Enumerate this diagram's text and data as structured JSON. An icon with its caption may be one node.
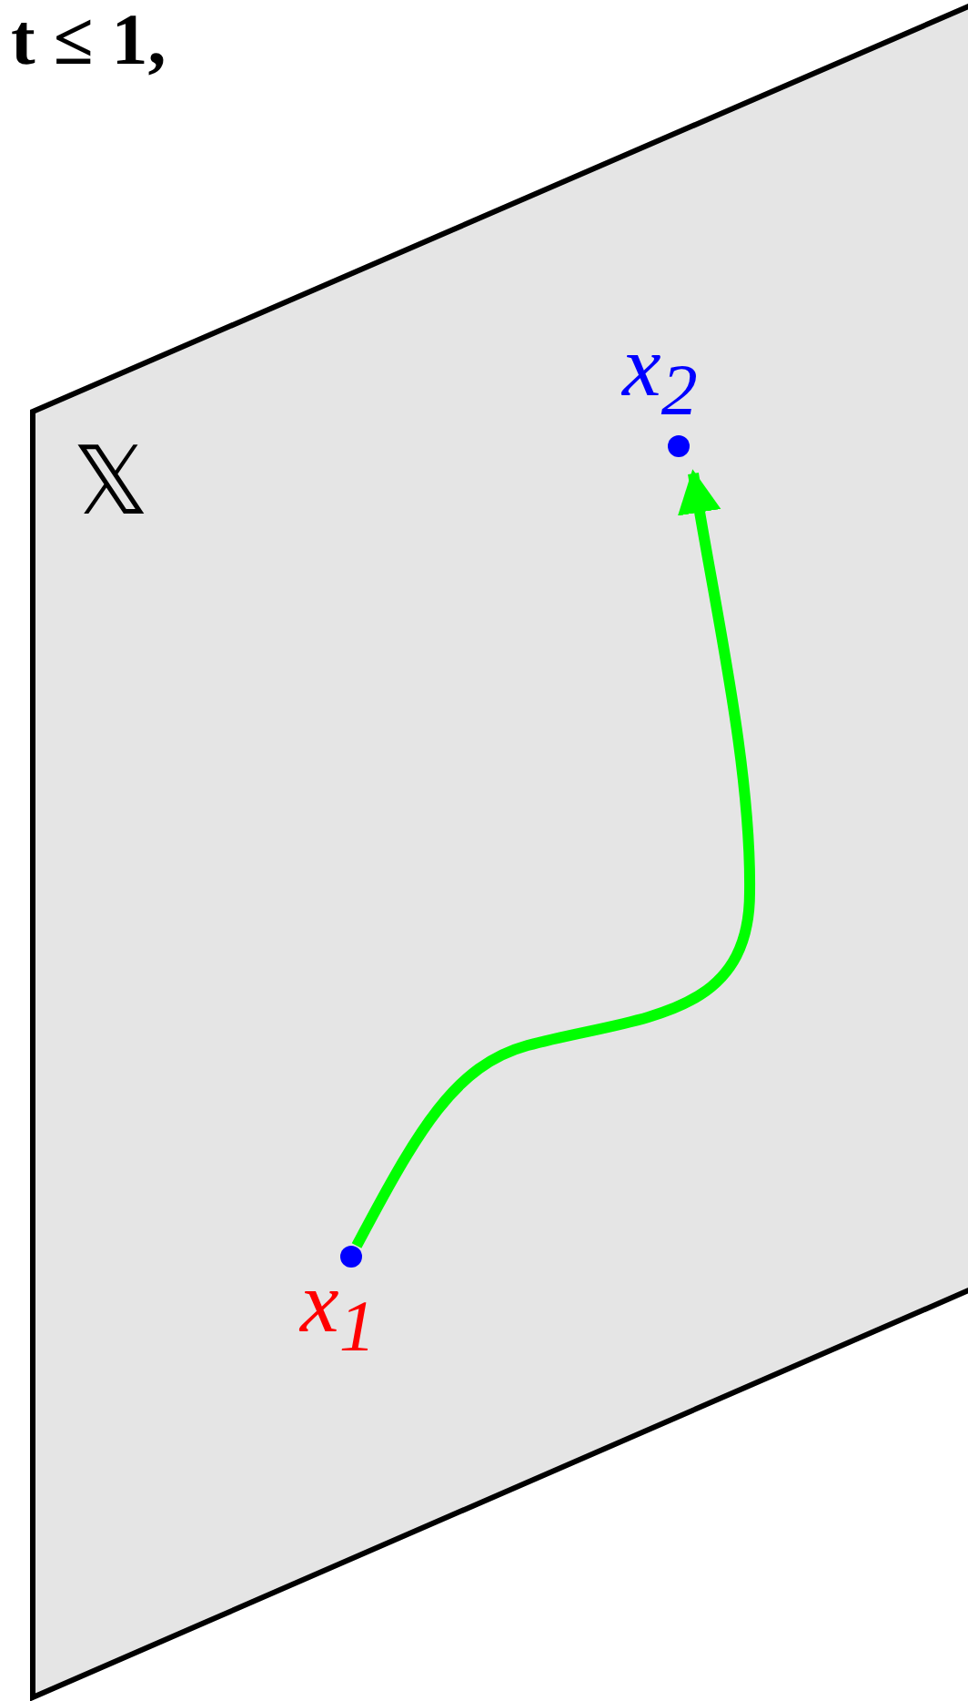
{
  "diagram": {
    "nodes": [
      {
        "text": [
          "𝕏"
        ]
      },
      {
        "text": [
          "x$_{1}$"
        ],
        "in": 0
      },
      {
        "text": [
          "x$_{2}$"
        ],
        "in": 0
      }
    ],
    "edges": [
      {
        "from": 1,
        "to": 2,
        "arrow": "to",
        "color": "#00ff00"
      }
    ],
    "labels": [
      "t ≤ 1,"
    ]
  }
}
